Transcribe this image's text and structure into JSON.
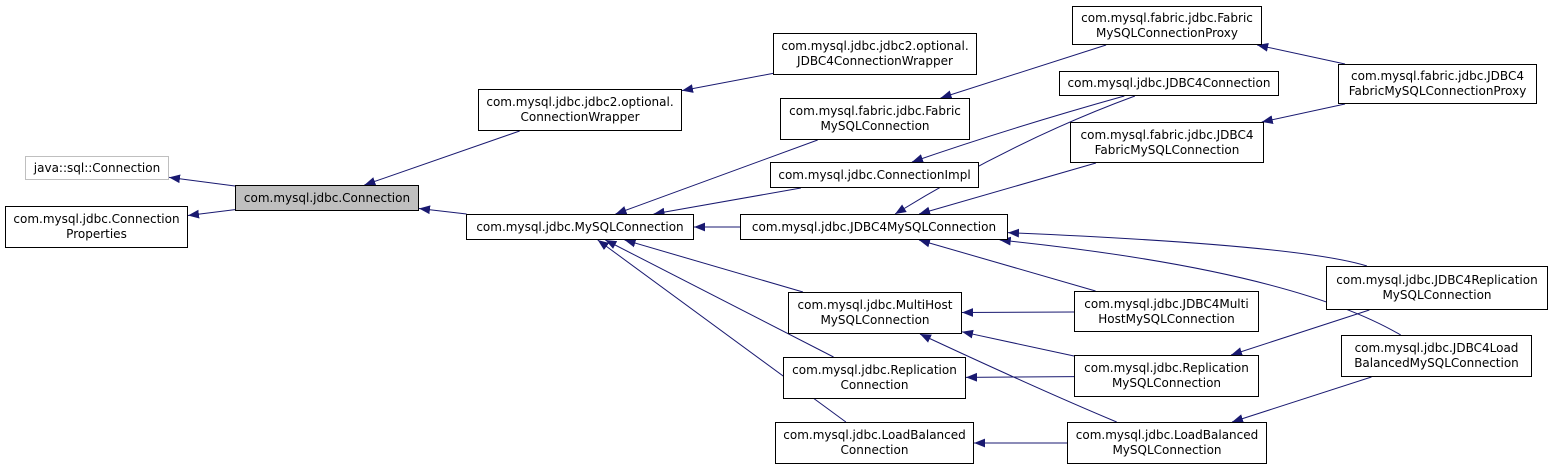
{
  "diagram": {
    "colors": {
      "edge": "#191970",
      "node_border": "#000000",
      "external_border": "#bfbfbf",
      "focus_fill": "#bfbfbf"
    },
    "nodes": [
      {
        "id": "java_sql_connection",
        "lines": [
          "java::sql::Connection"
        ],
        "kind": "external"
      },
      {
        "id": "jdbc_connection",
        "lines": [
          "com.mysql.jdbc.Connection"
        ],
        "kind": "focus"
      },
      {
        "id": "connection_properties",
        "lines": [
          "com.mysql.jdbc.Connection",
          "Properties"
        ],
        "kind": "normal"
      },
      {
        "id": "connection_wrapper",
        "lines": [
          "com.mysql.jdbc.jdbc2.optional.",
          "ConnectionWrapper"
        ],
        "kind": "normal"
      },
      {
        "id": "jdbc4_connection_wrapper",
        "lines": [
          "com.mysql.jdbc.jdbc2.optional.",
          "JDBC4ConnectionWrapper"
        ],
        "kind": "normal"
      },
      {
        "id": "mysql_connection",
        "lines": [
          "com.mysql.jdbc.MySQLConnection"
        ],
        "kind": "normal"
      },
      {
        "id": "fabric_mysql_connection",
        "lines": [
          "com.mysql.fabric.jdbc.Fabric",
          "MySQLConnection"
        ],
        "kind": "normal"
      },
      {
        "id": "connection_impl",
        "lines": [
          "com.mysql.jdbc.ConnectionImpl"
        ],
        "kind": "normal"
      },
      {
        "id": "jdbc4_mysql_connection",
        "lines": [
          "com.mysql.jdbc.JDBC4MySQLConnection"
        ],
        "kind": "normal"
      },
      {
        "id": "multihost_mysql_connection",
        "lines": [
          "com.mysql.jdbc.MultiHost",
          "MySQLConnection"
        ],
        "kind": "normal"
      },
      {
        "id": "replication_connection",
        "lines": [
          "com.mysql.jdbc.Replication",
          "Connection"
        ],
        "kind": "normal"
      },
      {
        "id": "loadbalanced_connection",
        "lines": [
          "com.mysql.jdbc.LoadBalanced",
          "Connection"
        ],
        "kind": "normal"
      },
      {
        "id": "fabric_mysql_connection_proxy",
        "lines": [
          "com.mysql.fabric.jdbc.Fabric",
          "MySQLConnectionProxy"
        ],
        "kind": "normal"
      },
      {
        "id": "jdbc4_connection",
        "lines": [
          "com.mysql.jdbc.JDBC4Connection"
        ],
        "kind": "normal"
      },
      {
        "id": "jdbc4_fabric_mysql_connection",
        "lines": [
          "com.mysql.fabric.jdbc.JDBC4",
          "FabricMySQLConnection"
        ],
        "kind": "normal"
      },
      {
        "id": "jdbc4_multihost_mysql_connection",
        "lines": [
          "com.mysql.jdbc.JDBC4Multi",
          "HostMySQLConnection"
        ],
        "kind": "normal"
      },
      {
        "id": "replication_mysql_connection",
        "lines": [
          "com.mysql.jdbc.Replication",
          "MySQLConnection"
        ],
        "kind": "normal"
      },
      {
        "id": "loadbalanced_mysql_connection",
        "lines": [
          "com.mysql.jdbc.LoadBalanced",
          "MySQLConnection"
        ],
        "kind": "normal"
      },
      {
        "id": "jdbc4_fabric_mysql_connection_proxy",
        "lines": [
          "com.mysql.fabric.jdbc.JDBC4",
          "FabricMySQLConnectionProxy"
        ],
        "kind": "normal"
      },
      {
        "id": "jdbc4_replication_mysql_connection",
        "lines": [
          "com.mysql.jdbc.JDBC4Replication",
          "MySQLConnection"
        ],
        "kind": "normal"
      },
      {
        "id": "jdbc4_loadbalanced_mysql_connection",
        "lines": [
          "com.mysql.jdbc.JDBC4Load",
          "BalancedMySQLConnection"
        ],
        "kind": "normal"
      }
    ],
    "edges": [
      {
        "from": "jdbc_connection",
        "to": "java_sql_connection"
      },
      {
        "from": "jdbc_connection",
        "to": "connection_properties"
      },
      {
        "from": "connection_wrapper",
        "to": "jdbc_connection"
      },
      {
        "from": "mysql_connection",
        "to": "jdbc_connection"
      },
      {
        "from": "jdbc4_connection_wrapper",
        "to": "connection_wrapper"
      },
      {
        "from": "fabric_mysql_connection",
        "to": "mysql_connection"
      },
      {
        "from": "connection_impl",
        "to": "mysql_connection"
      },
      {
        "from": "jdbc4_mysql_connection",
        "to": "mysql_connection"
      },
      {
        "from": "multihost_mysql_connection",
        "to": "mysql_connection"
      },
      {
        "from": "replication_connection",
        "to": "mysql_connection"
      },
      {
        "from": "loadbalanced_connection",
        "to": "mysql_connection"
      },
      {
        "from": "fabric_mysql_connection_proxy",
        "to": "fabric_mysql_connection"
      },
      {
        "from": "jdbc4_connection",
        "to": "connection_impl"
      },
      {
        "from": "jdbc4_connection",
        "to": "jdbc4_mysql_connection"
      },
      {
        "from": "jdbc4_fabric_mysql_connection",
        "to": "jdbc4_mysql_connection"
      },
      {
        "from": "jdbc4_multihost_mysql_connection",
        "to": "jdbc4_mysql_connection"
      },
      {
        "from": "jdbc4_replication_mysql_connection",
        "to": "jdbc4_mysql_connection"
      },
      {
        "from": "jdbc4_loadbalanced_mysql_connection",
        "to": "jdbc4_mysql_connection"
      },
      {
        "from": "jdbc4_multihost_mysql_connection",
        "to": "multihost_mysql_connection"
      },
      {
        "from": "replication_mysql_connection",
        "to": "multihost_mysql_connection"
      },
      {
        "from": "loadbalanced_mysql_connection",
        "to": "multihost_mysql_connection"
      },
      {
        "from": "replication_mysql_connection",
        "to": "replication_connection"
      },
      {
        "from": "loadbalanced_mysql_connection",
        "to": "loadbalanced_connection"
      },
      {
        "from": "jdbc4_fabric_mysql_connection_proxy",
        "to": "fabric_mysql_connection_proxy"
      },
      {
        "from": "jdbc4_fabric_mysql_connection_proxy",
        "to": "jdbc4_fabric_mysql_connection"
      },
      {
        "from": "jdbc4_replication_mysql_connection",
        "to": "replication_mysql_connection"
      },
      {
        "from": "jdbc4_loadbalanced_mysql_connection",
        "to": "loadbalanced_mysql_connection"
      }
    ]
  }
}
